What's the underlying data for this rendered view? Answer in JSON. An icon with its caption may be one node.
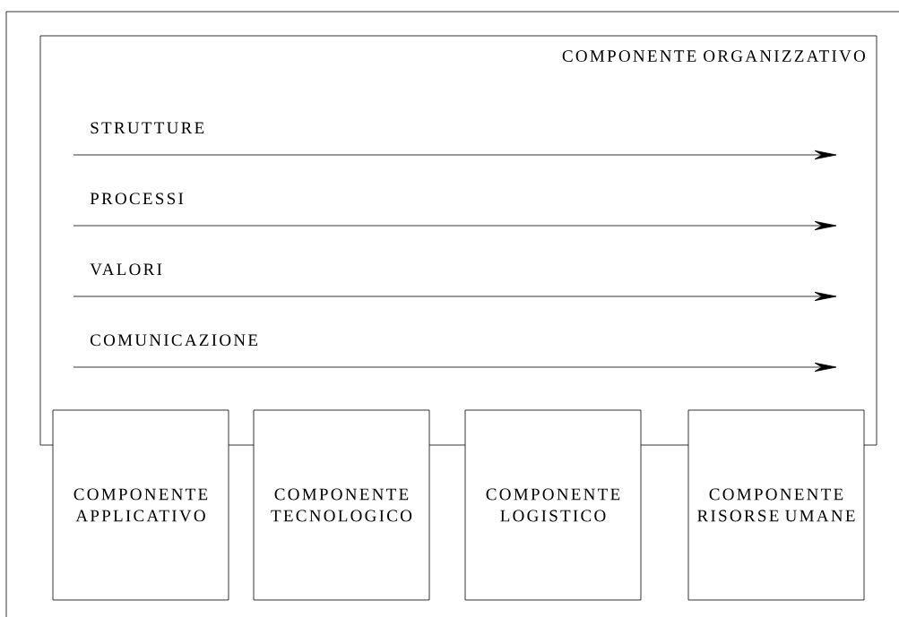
{
  "diagram": {
    "nodes": [
      {
        "text": [
          "COMPONENTE ORGANIZZATIVO"
        ]
      },
      {
        "text": [
          "COMPONENTE APPLICATIVO"
        ]
      },
      {
        "text": [
          "COMPONENTE TECNOLOGICO"
        ]
      },
      {
        "text": [
          "COMPONENTE LOGISTICO"
        ]
      },
      {
        "text": [
          "COMPONENTE RISORSE UMANE"
        ]
      }
    ],
    "labels": [
      "STRUTTURE",
      "PROCESSI",
      "VALORI",
      "COMUNICAZIONE"
    ]
  }
}
